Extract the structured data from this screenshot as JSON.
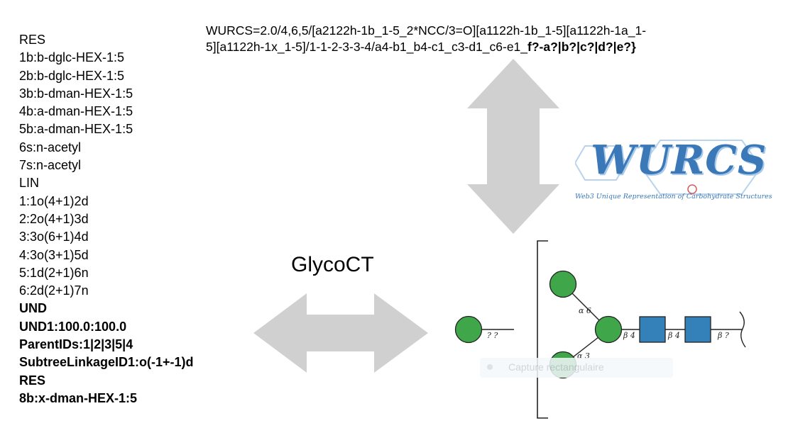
{
  "glycoct": {
    "lines": [
      {
        "text": "RES",
        "bold": false
      },
      {
        "text": "1b:b-dglc-HEX-1:5",
        "bold": false
      },
      {
        "text": "2b:b-dglc-HEX-1:5",
        "bold": false
      },
      {
        "text": "3b:b-dman-HEX-1:5",
        "bold": false
      },
      {
        "text": "4b:a-dman-HEX-1:5",
        "bold": false
      },
      {
        "text": "5b:a-dman-HEX-1:5",
        "bold": false
      },
      {
        "text": "6s:n-acetyl",
        "bold": false
      },
      {
        "text": "7s:n-acetyl",
        "bold": false
      },
      {
        "text": "LIN",
        "bold": false
      },
      {
        "text": "1:1o(4+1)2d",
        "bold": false
      },
      {
        "text": "2:2o(4+1)3d",
        "bold": false
      },
      {
        "text": "3:3o(6+1)4d",
        "bold": false
      },
      {
        "text": "4:3o(3+1)5d",
        "bold": false
      },
      {
        "text": "5:1d(2+1)6n",
        "bold": false
      },
      {
        "text": "6:2d(2+1)7n",
        "bold": false
      },
      {
        "text": "UND",
        "bold": true
      },
      {
        "text": "UND1:100.0:100.0",
        "bold": true
      },
      {
        "text": "ParentIDs:1|2|3|5|4",
        "bold": true
      },
      {
        "text": "SubtreeLinkageID1:o(-1+-1)d",
        "bold": true
      },
      {
        "text": "RES",
        "bold": true
      },
      {
        "text": "8b:x-dman-HEX-1:5",
        "bold": true
      }
    ]
  },
  "wurcs": {
    "line1": "WURCS=2.0/4,6,5/[a2122h-1b_1-5_2*NCC/3=O][a1122h-1b_1-5][a1122h-1a_1-",
    "line2_normal": "5][a1122h-1x_1-5]/1-1-2-3-3-4/a4-b1_b4-c1_c3-d1_c6-e1_",
    "line2_bold": "f?-a?|b?|c?|d?|e?}"
  },
  "glycoct_title": "GlycoCT",
  "logo": {
    "word": "WURCS",
    "subtitle": "Web3 Unique Representation of Carbohydrate Structures"
  },
  "glycan": {
    "labels": {
      "alpha6": "α 6",
      "alpha3": "α 3",
      "beta4_a": "β 4",
      "beta4_b": "β 4",
      "beta_q": "β ?",
      "floating_link": "? ?"
    },
    "colors": {
      "mannose": "#3fa74a",
      "glcnac": "#3480b8",
      "stroke": "#222222"
    }
  },
  "overlay": {
    "capture_label": "Capture rectangulaire"
  },
  "colors": {
    "arrow": "#d0d0d0"
  }
}
